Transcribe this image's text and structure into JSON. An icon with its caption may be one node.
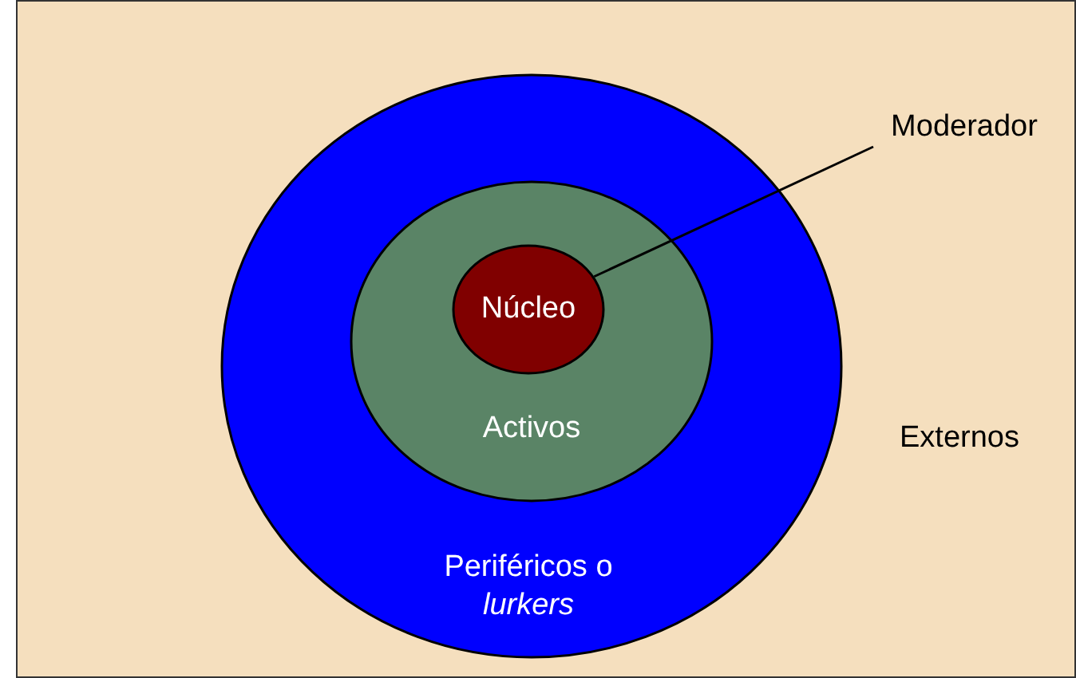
{
  "diagram": {
    "nodes": [
      {
        "text": [
          "Externos"
        ]
      },
      {
        "text": [
          "Periféricos o *lurkers*"
        ],
        "in": 0
      },
      {
        "text": [
          "Activos"
        ],
        "in": 1
      },
      {
        "text": [
          "Núcleo"
        ],
        "in": 2
      },
      {
        "text": [
          "Moderador"
        ],
        "in": 0
      }
    ],
    "edges": [
      {
        "from": 4,
        "to": 3,
        "arrow": "none"
      }
    ]
  }
}
